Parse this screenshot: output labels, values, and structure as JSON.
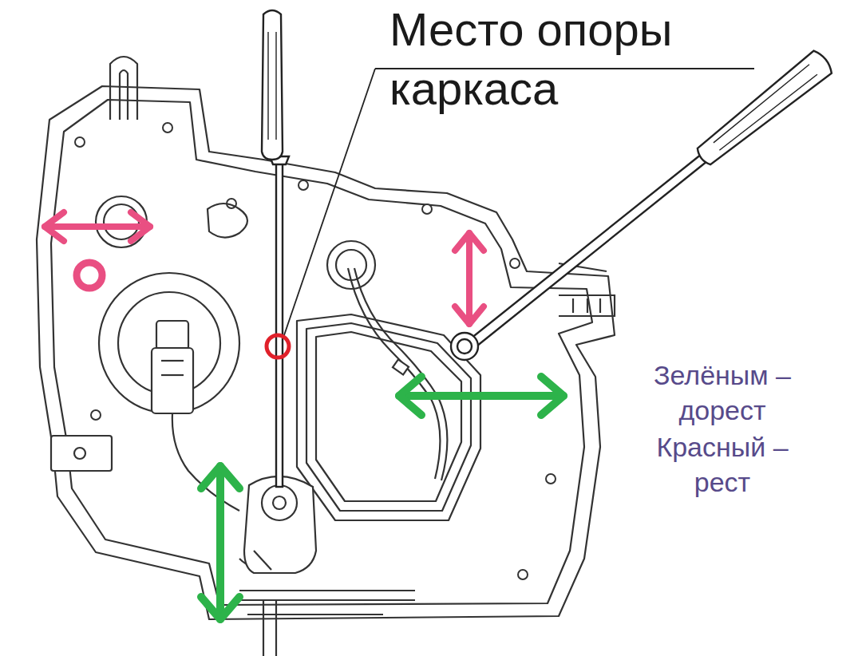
{
  "diagram": {
    "labels": [
      "Место опоры каркаса",
      "Зелёным – дорест",
      "Красный – рест"
    ]
  }
}
